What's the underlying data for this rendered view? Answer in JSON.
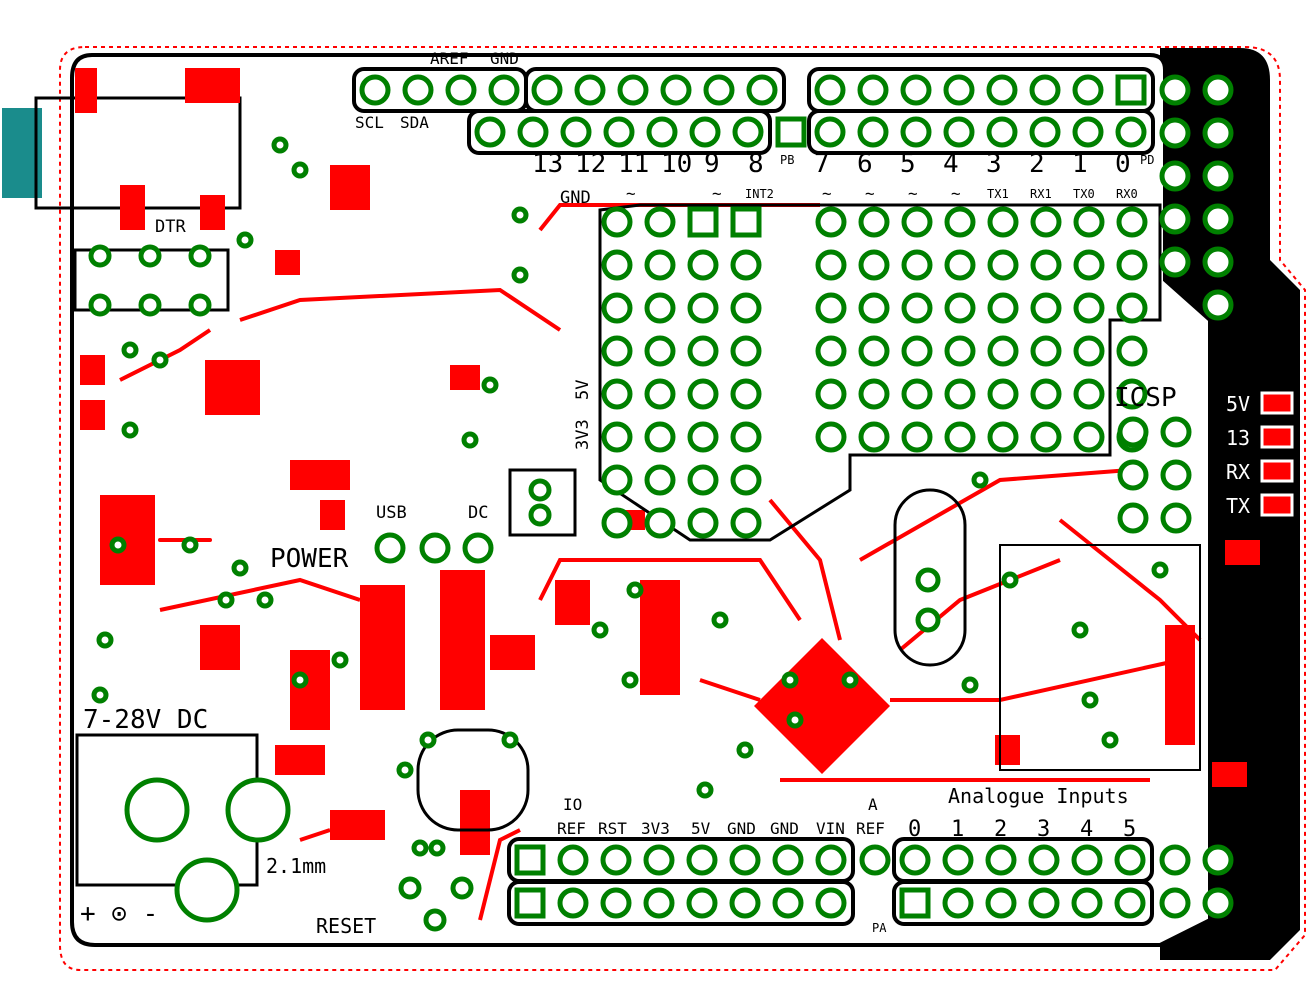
{
  "colors": {
    "copper": "#ff0000",
    "pad_ring": "#008000",
    "silk": "#000000",
    "usb": "#1a8c8c"
  },
  "top_header": {
    "aref": "AREF",
    "gnd": "GND",
    "scl": "SCL",
    "sda": "SDA"
  },
  "digital": {
    "pins": [
      "13",
      "12",
      "11",
      "10",
      "9",
      "8",
      "7",
      "6",
      "5",
      "4",
      "3",
      "2",
      "1",
      "0"
    ],
    "pb": "PB",
    "pd": "PD",
    "int2": "INT2",
    "tx1": "TX1",
    "rx1": "RX1",
    "tx0": "TX0",
    "rx0": "RX0",
    "gnd": "GND",
    "pwm": "~"
  },
  "left": {
    "dtr": "DTR",
    "power": "POWER",
    "usb": "USB",
    "dc": "DC",
    "supply": "7-28V DC",
    "jack": "2.1mm",
    "reset": "RESET",
    "polarity": "+ ⊙ -"
  },
  "regulator": {
    "v5": "5V",
    "v3": "3V3"
  },
  "icsp": "ICSP",
  "leds": [
    "5V",
    "13",
    "RX",
    "TX"
  ],
  "power_header": {
    "ioref_top": "IO",
    "ioref": "REF",
    "rst": "RST",
    "v33": "3V3",
    "v5": "5V",
    "gnd1": "GND",
    "gnd2": "GND",
    "vin": "VIN",
    "aref_top": "A",
    "aref": "REF"
  },
  "analog": {
    "title": "Analogue Inputs",
    "pins": [
      "0",
      "1",
      "2",
      "3",
      "4",
      "5"
    ],
    "pa": "PA"
  }
}
